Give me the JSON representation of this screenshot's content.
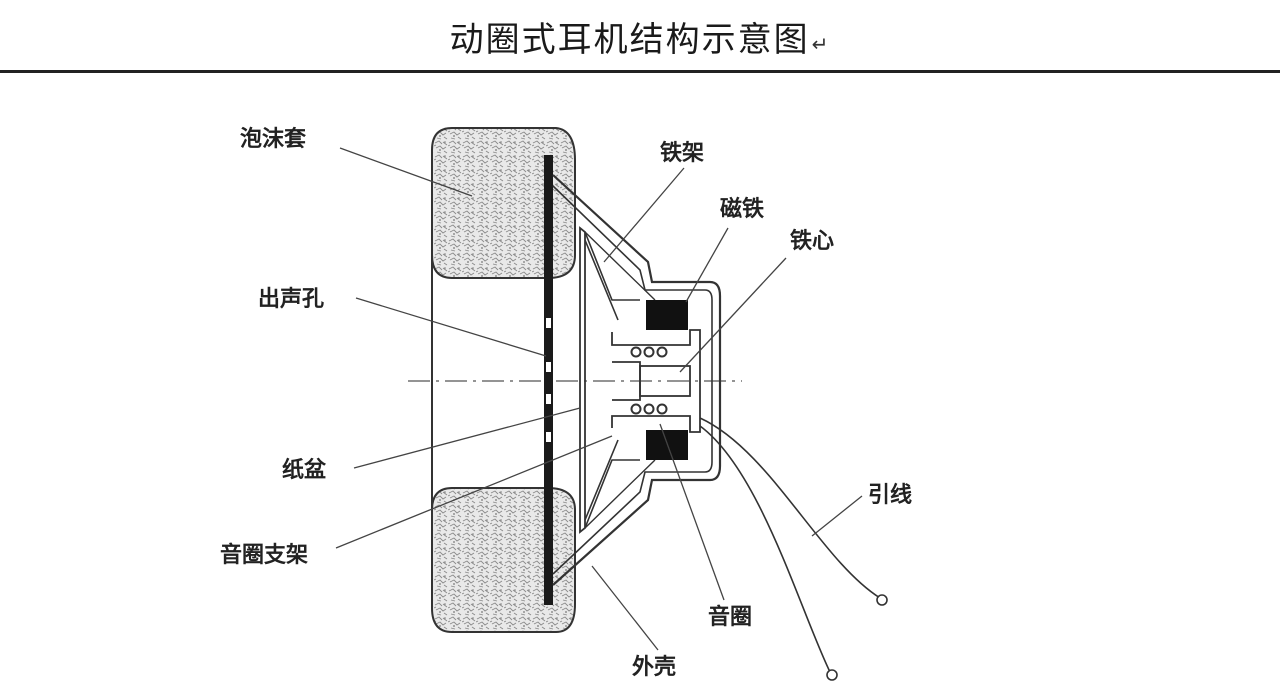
{
  "title": "动圈式耳机结构示意图",
  "title_mark": "↵",
  "labels": {
    "foam_cover": "泡沫套",
    "sound_hole": "出声孔",
    "paper_cone": "纸盆",
    "coil_holder": "音圈支架",
    "iron_frame": "铁架",
    "magnet": "磁铁",
    "iron_core": "铁心",
    "lead_wire": "引线",
    "voice_coil": "音圈",
    "housing": "外壳"
  }
}
